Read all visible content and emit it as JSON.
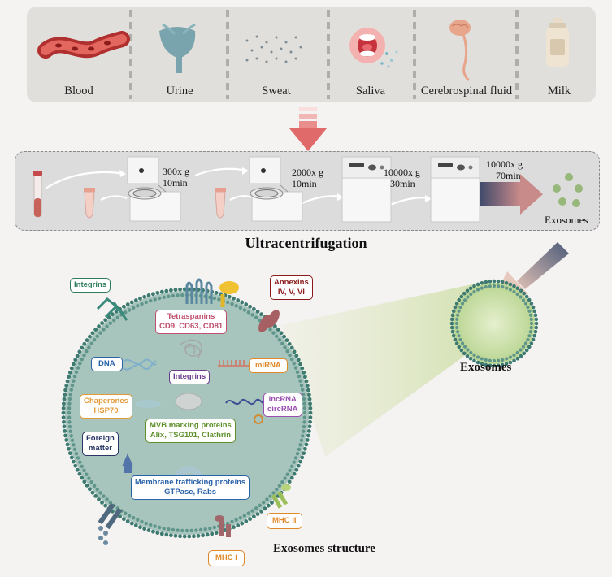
{
  "sources": [
    {
      "label": "Blood",
      "icon": "blood-vessel-icon"
    },
    {
      "label": "Urine",
      "icon": "bladder-icon"
    },
    {
      "label": "Sweat",
      "icon": "sweat-droplets-icon"
    },
    {
      "label": "Saliva",
      "icon": "mouth-icon"
    },
    {
      "label": "Cerebrospinal fluid",
      "icon": "brain-spinal-cord-icon"
    },
    {
      "label": "Milk",
      "icon": "milk-bottle-icon"
    }
  ],
  "centrifugation": {
    "steps": [
      {
        "speed": "300x g",
        "time": "10min"
      },
      {
        "speed": "2000x g",
        "time": "10min"
      },
      {
        "speed": "10000x g",
        "time": "30min"
      },
      {
        "speed": "10000x g",
        "time": "70min"
      }
    ],
    "result_label": "Exosomes",
    "title": "Ultracentrifugation"
  },
  "structure": {
    "title": "Exosomes structure",
    "vesicle_label": "Exosomes",
    "tags": {
      "integrins_outer": "Integrins",
      "annexins": [
        "Annexins",
        "IV, V, VI"
      ],
      "tetraspanins": [
        "Tetraspanins",
        "CD9, CD63, CD81"
      ],
      "dna": "DNA",
      "integrins_inner": "Integrins",
      "mirna": "miRNA",
      "chaperones": [
        "Chaperones",
        "HSP70"
      ],
      "lncrna": [
        "lncRNA",
        "circRNA"
      ],
      "mvb": [
        "MVB marking proteins",
        "Alix, TSG101, Clathrin"
      ],
      "foreign": [
        "Foreign",
        "matter"
      ],
      "membrane": [
        "Membrane trafficking proteins",
        "GTPase, Rabs"
      ],
      "mhc2": "MHC II",
      "mhc1": "MHC I"
    }
  },
  "colors": {
    "blood_red": "#c0392b",
    "arrow_pink": "#e06a6a",
    "membrane_teal": "#3d7a70",
    "exosome_green": "#9cc78a",
    "integrin_tag": "#2e7d5b",
    "annexin_tag": "#8b1a1a",
    "tetraspanin_tag": "#c0506e",
    "dna_tag": "#2a62a8",
    "mirna_tag": "#e0892a",
    "integrin_inner_tag": "#6a3d8f",
    "chaperone_tag": "#e39b3a",
    "lncrna_tag": "#9a4fb0",
    "mvb_tag": "#5f8f2a",
    "foreign_tag": "#2a3766",
    "membrane_tag": "#2a62a8",
    "mhc_tag": "#e0892a"
  }
}
